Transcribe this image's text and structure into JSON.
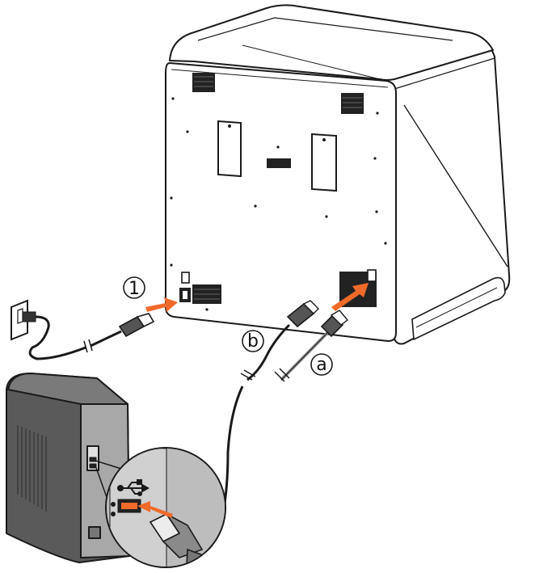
{
  "callouts": {
    "power": "1",
    "usb_cable": "b",
    "ethernet_cable": "a"
  },
  "colors": {
    "outline": "#1a1a1a",
    "arrow": "#f06a2a",
    "tower_dark": "#5a5a5a",
    "tower_side": "#7a7a7a",
    "tower_front": "#a8a8a8",
    "vent": "#222222"
  },
  "icons": [
    "power-outlet-icon",
    "usb-symbol-icon",
    "insert-arrow-icon"
  ]
}
